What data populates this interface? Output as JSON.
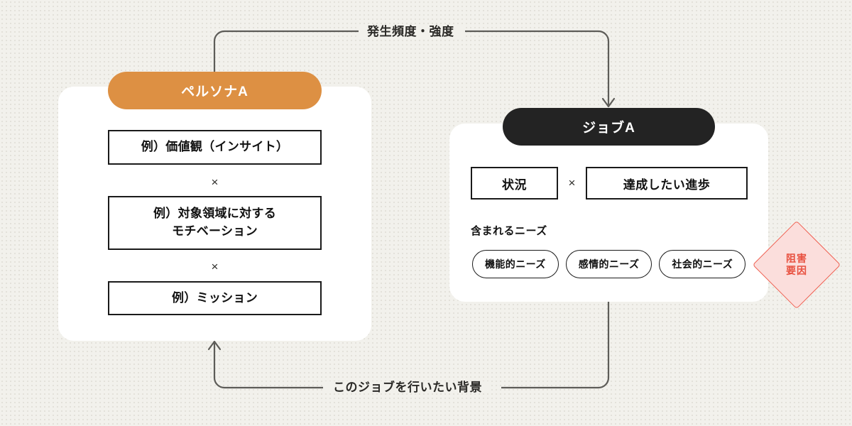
{
  "diagram": {
    "background_color": "#f2f1ec",
    "edges": [
      {
        "id": "top",
        "label": "発生頻度・強度",
        "from": "ペルソナA",
        "to": "ジョブA"
      },
      {
        "id": "bottom",
        "label": "このジョブを行いたい背景",
        "from": "ジョブA",
        "to": "ペルソナA"
      }
    ],
    "persona_card": {
      "header": "ペルソナA",
      "header_color": "#dd9043",
      "attributes": [
        {
          "line1": "例）価値観（インサイト）",
          "line2": ""
        },
        {
          "line1": "例）対象領域に対する",
          "line2": "モチベーション"
        },
        {
          "line1": "例）ミッション",
          "line2": ""
        }
      ],
      "operators": [
        "×",
        "×"
      ]
    },
    "job_card": {
      "header": "ジョブA",
      "header_color": "#232323",
      "situation": "状況",
      "operator": "×",
      "progress": "達成したい進歩",
      "needs_title": "含まれるニーズ",
      "needs": [
        "機能的ニーズ",
        "感情的ニーズ",
        "社会的ニーズ"
      ]
    },
    "blocker": {
      "line1": "阻害",
      "line2": "要因",
      "fill_color": "#fbdedc",
      "border_color": "#ef6254",
      "text_color": "#e8503f"
    }
  }
}
